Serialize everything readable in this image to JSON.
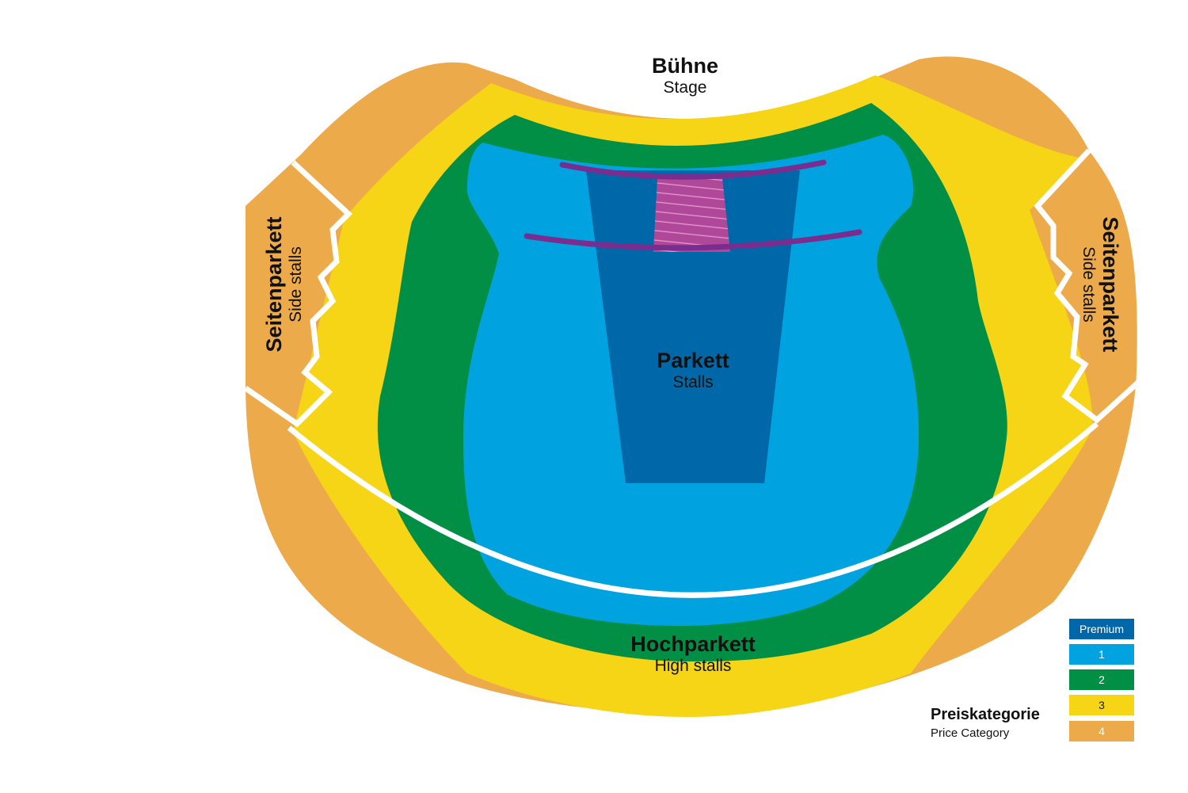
{
  "sections": {
    "stage": {
      "de": "Bühne",
      "en": "Stage"
    },
    "stalls": {
      "de": "Parkett",
      "en": "Stalls"
    },
    "high_stalls": {
      "de": "Hochparkett",
      "en": "High stalls"
    },
    "side_stalls_left": {
      "de": "Seitenparkett",
      "en": "Side stalls"
    },
    "side_stalls_right": {
      "de": "Seitenparkett",
      "en": "Side stalls"
    }
  },
  "legend": {
    "title_de": "Preiskategorie",
    "title_en": "Price Category",
    "items": [
      {
        "label": "Premium",
        "color": "#0068A8"
      },
      {
        "label": "1",
        "color": "#00A3E0"
      },
      {
        "label": "2",
        "color": "#008F45"
      },
      {
        "label": "3",
        "color": "#F6D416"
      },
      {
        "label": "4",
        "color": "#EDAA4A"
      }
    ]
  },
  "colors": {
    "restricted": "#B0489A",
    "divider": "#7A2D8F"
  }
}
